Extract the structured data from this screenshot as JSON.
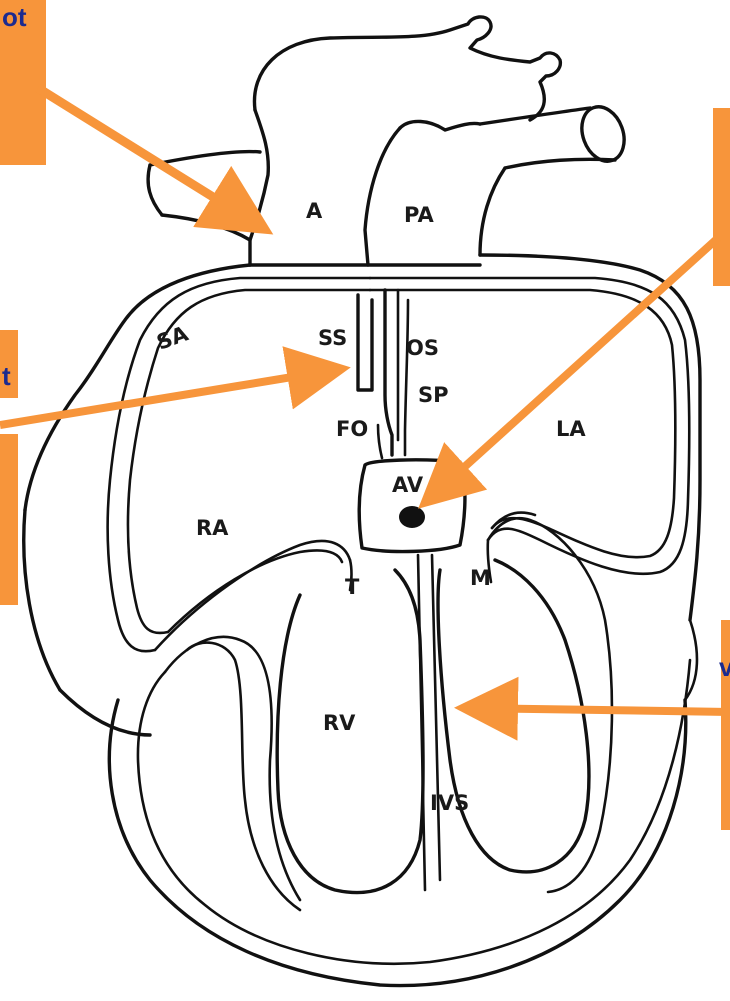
{
  "diagram": {
    "labels": {
      "A": "A",
      "PA": "PA",
      "SA": "SA",
      "SS": "SS",
      "OS": "OS",
      "SP": "SP",
      "FO": "FO",
      "LA": "LA",
      "AV": "AV",
      "RA": "RA",
      "T": "T",
      "M": "M",
      "RV": "RV",
      "IVS": "IVS"
    },
    "callouts": {
      "top_left_text": "ot",
      "mid_left_text": "t",
      "bottom_right_text": "v"
    },
    "colors": {
      "arrow": "#F7953B",
      "callout_box": "#F7953B",
      "callout_text": "#1C2B8F",
      "ink": "#111111"
    }
  }
}
